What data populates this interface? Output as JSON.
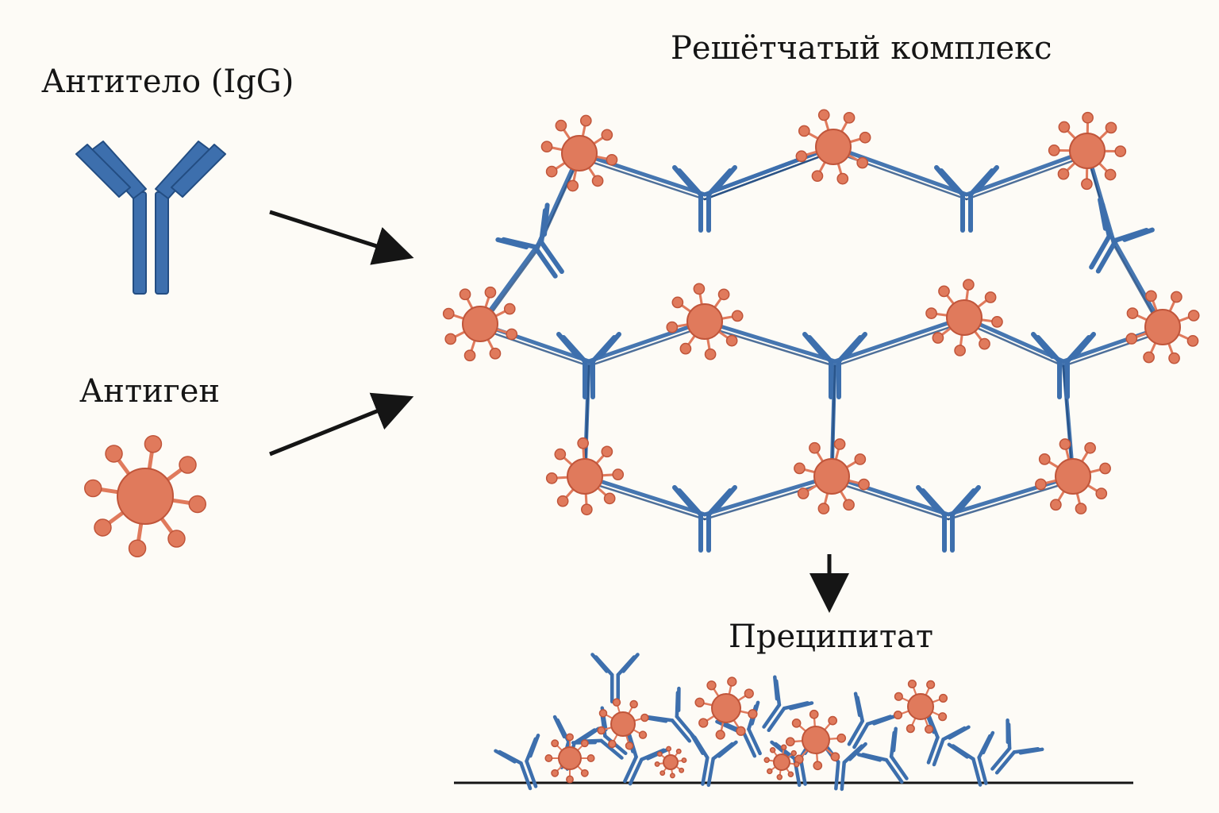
{
  "labels": {
    "antibody": "Антитело (IgG)",
    "antigen": "Антиген",
    "lattice": "Решётчатый комплекс",
    "precipitate": "Преципитат"
  },
  "colors": {
    "background": "#fdfbf6",
    "antibody": "#3d6fad",
    "antibody_stroke": "#234d82",
    "antigen": "#e07a5c",
    "antigen_stroke": "#c0553a",
    "arrow": "#151515"
  },
  "icons": [
    "antibody-icon",
    "antigen-icon",
    "arrow-icon"
  ]
}
